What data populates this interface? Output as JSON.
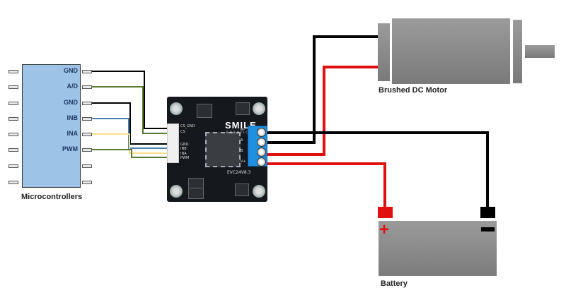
{
  "diagram": {
    "title": "Brushed DC motor driver wiring",
    "microcontroller": {
      "label": "Microcontrollers",
      "pins": [
        "GND",
        "A/D",
        "GND",
        "INB",
        "INA",
        "PWM",
        "",
        ""
      ]
    },
    "driver_board": {
      "brand": "SMILE",
      "brand_sub": "ROBOTICS",
      "model": "EVC24V8.3",
      "connector_pins": [
        "CS_GND",
        "CS",
        "GND",
        "INB",
        "INA",
        "PWM"
      ],
      "terminal_pins": [
        "M-",
        "A",
        "B",
        "V+"
      ]
    },
    "motor": {
      "label": "Brushed DC Motor"
    },
    "battery": {
      "label": "Battery",
      "positive_symbol": "+",
      "negative_symbol": "−"
    },
    "colors": {
      "mcu_fill": "#9dc3e6",
      "wire_black": "#000000",
      "wire_green": "#5a7a2e",
      "wire_blue": "#4a7fb0",
      "wire_yellow": "#f5e08a",
      "wire_red": "#e01010",
      "terminal_blue": "#1f8fe0",
      "board": "#15181d",
      "motor_gray": "#8c8c8c"
    }
  }
}
